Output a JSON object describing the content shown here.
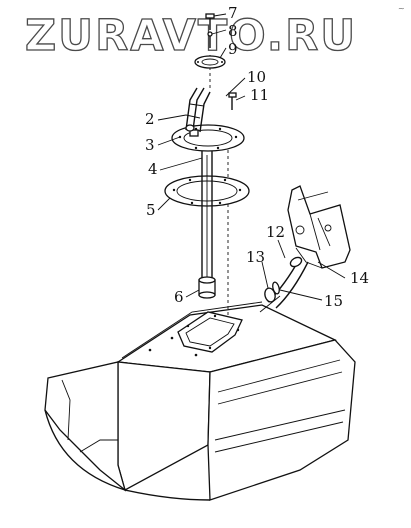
{
  "watermark": {
    "text": "ZURAVTO.RU",
    "corner_mark": "~"
  },
  "callouts": [
    {
      "num": "2"
    },
    {
      "num": "3"
    },
    {
      "num": "4"
    },
    {
      "num": "5"
    },
    {
      "num": "6"
    },
    {
      "num": "7"
    },
    {
      "num": "8"
    },
    {
      "num": "9"
    },
    {
      "num": "10"
    },
    {
      "num": "11"
    },
    {
      "num": "12"
    },
    {
      "num": "13"
    },
    {
      "num": "14"
    },
    {
      "num": "15"
    }
  ]
}
